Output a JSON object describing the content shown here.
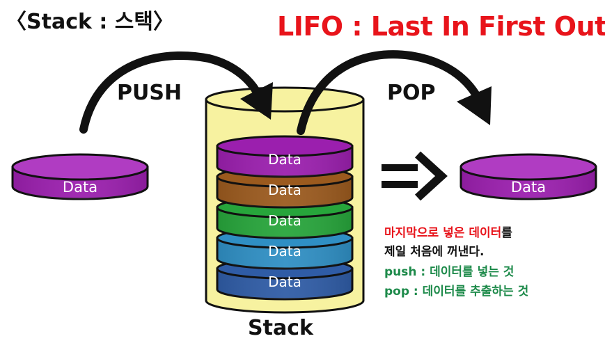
{
  "title": "〈Stack : 스택〉",
  "lifo": "LIFO : Last In First Out",
  "push_label": "PUSH",
  "pop_label": "POP",
  "stack_label": "Stack",
  "left_disk_label": "Data",
  "right_disk_label": "Data",
  "stack_items": [
    {
      "label": "Data",
      "color": "#9b1fae"
    },
    {
      "label": "Data",
      "color": "#9b5a1e"
    },
    {
      "label": "Data",
      "color": "#27a53b"
    },
    {
      "label": "Data",
      "color": "#2f8fc4"
    },
    {
      "label": "Data",
      "color": "#2f5ca6"
    }
  ],
  "colors": {
    "cylinder": "#f7f2a0",
    "disk_purple": "#9b1fae",
    "red": "#e8141b",
    "green": "#1d8a4a"
  },
  "description": {
    "line1_red": "마지막으로 넣은 데이터",
    "line1_black": "를",
    "line2": "제일 처음에 꺼낸다.",
    "line3": "push : 데이터를 넣는 것",
    "line4": "pop :  데이터를 추출하는 것"
  }
}
